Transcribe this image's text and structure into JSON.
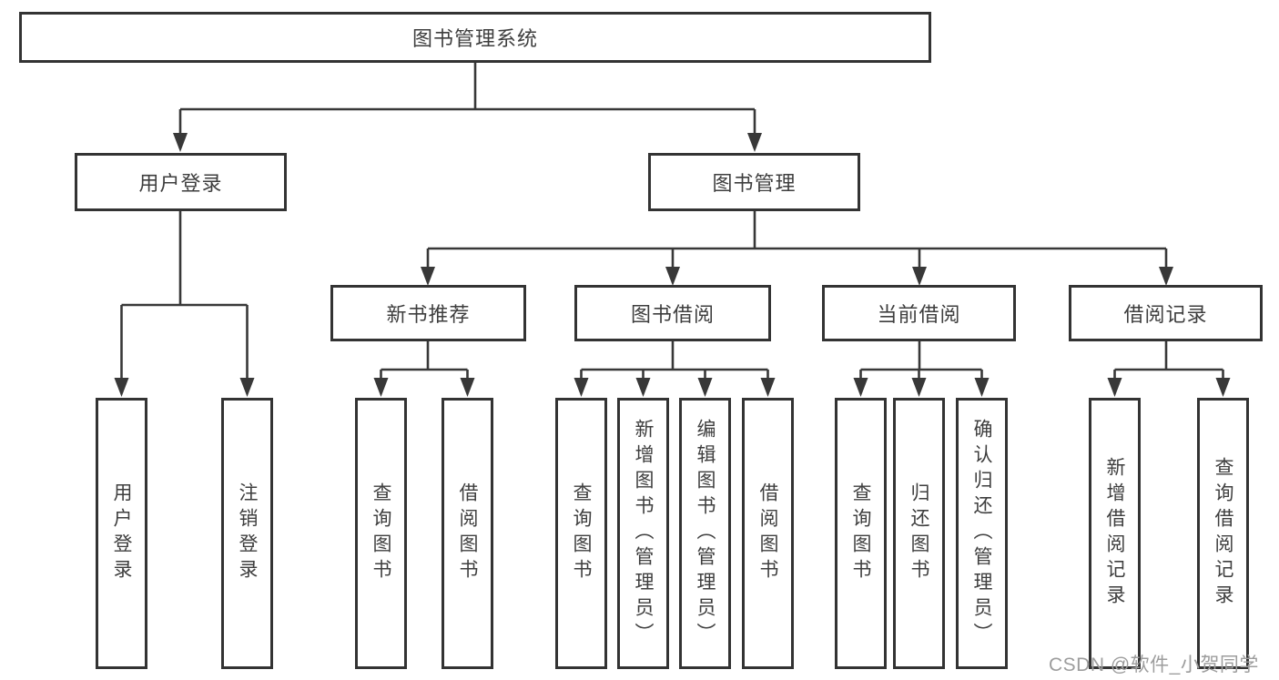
{
  "diagram": {
    "root": {
      "label": "图书管理系统"
    },
    "branches": [
      {
        "label": "用户登录",
        "children": [
          {
            "label": "用户登录"
          },
          {
            "label": "注销登录"
          }
        ]
      },
      {
        "label": "图书管理",
        "children": [
          {
            "label": "新书推荐",
            "children": [
              {
                "label": "查询图书"
              },
              {
                "label": "借阅图书"
              }
            ]
          },
          {
            "label": "图书借阅",
            "children": [
              {
                "label": "查询图书"
              },
              {
                "label": "新增图书（管理员）"
              },
              {
                "label": "编辑图书（管理员）"
              },
              {
                "label": "借阅图书"
              }
            ]
          },
          {
            "label": "当前借阅",
            "children": [
              {
                "label": "查询图书"
              },
              {
                "label": "归还图书"
              },
              {
                "label": "确认归还（管理员）"
              }
            ]
          },
          {
            "label": "借阅记录",
            "children": [
              {
                "label": "新增借阅记录"
              },
              {
                "label": "查询借阅记录"
              }
            ]
          }
        ]
      }
    ]
  },
  "watermark": {
    "text": "CSDN @软件_小贺同学"
  },
  "colors": {
    "line": "#383838",
    "border": "#333333",
    "text": "#3e3e3e",
    "watermark": "#9d9d9d",
    "background": "#ffffff"
  }
}
